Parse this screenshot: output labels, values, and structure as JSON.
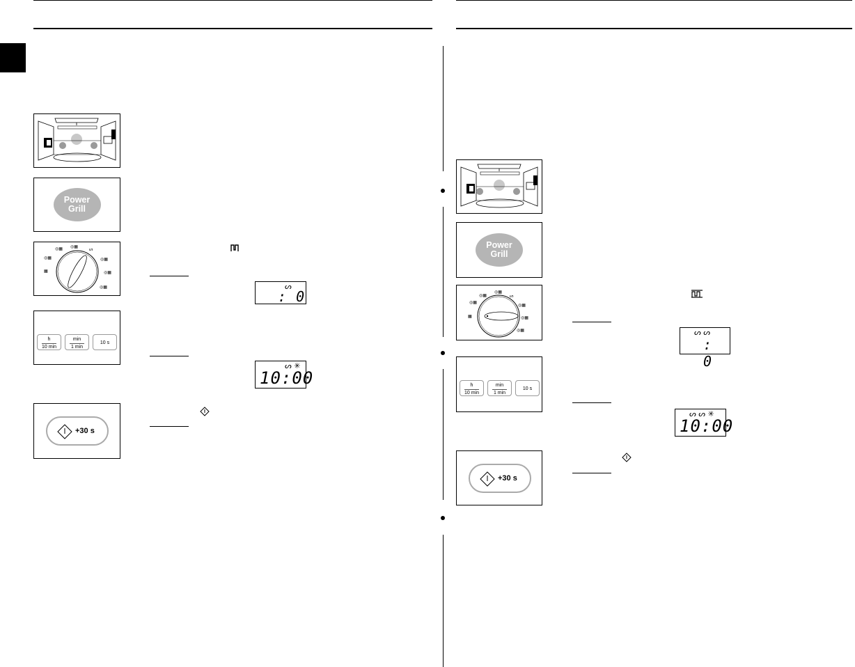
{
  "page": {
    "tab_color": "#000000",
    "accent_gray": "#b5b5b5"
  },
  "left": {
    "power_grill_text": [
      "Power",
      "Grill"
    ],
    "grill_symbol_icon": "grill-symbol-icon",
    "display1": {
      "digits": ": 0",
      "symbols": "ᔕ"
    },
    "display2": {
      "digits": "10:00",
      "symbols": "ᔕ ✳"
    },
    "keys": [
      {
        "top": "h",
        "bottom": "10 min"
      },
      {
        "top": "min",
        "bottom": "1 min"
      },
      {
        "top": "",
        "bottom": "10 s"
      }
    ],
    "start_label": "+30 s"
  },
  "right": {
    "power_grill_text": [
      "Power",
      "Grill"
    ],
    "combi_symbol_icon": "combi-symbol-icon",
    "display1": {
      "digits": ": 0",
      "symbols": "ᔕ ᔕ"
    },
    "display2": {
      "digits": "10:00",
      "symbols": "ᔕ ᔕ ✳"
    },
    "keys": [
      {
        "top": "h",
        "bottom": "10 min"
      },
      {
        "top": "min",
        "bottom": "1 min"
      },
      {
        "top": "",
        "bottom": "10 s"
      }
    ],
    "start_label": "+30 s"
  }
}
